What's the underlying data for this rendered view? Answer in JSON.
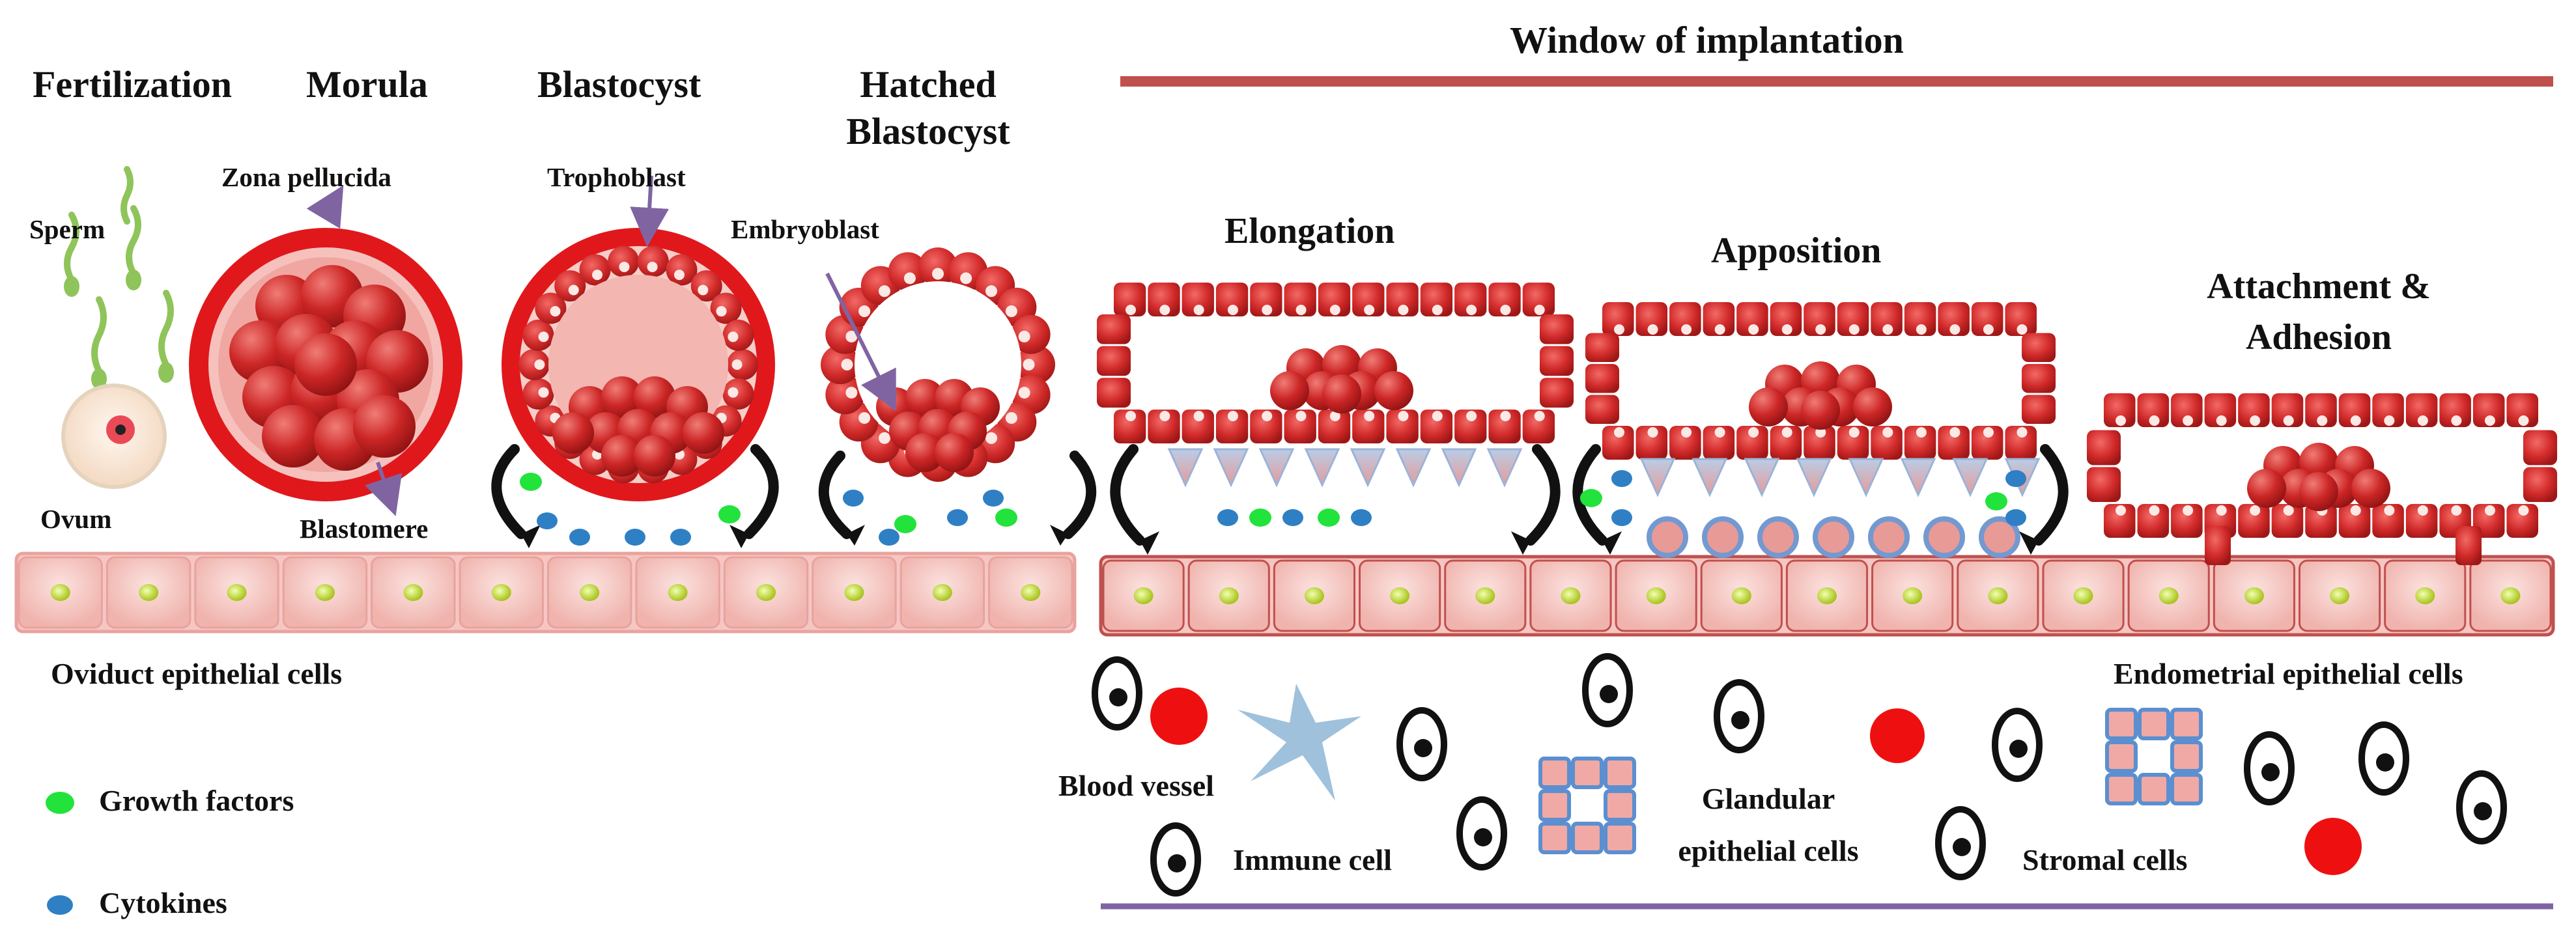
{
  "stages": {
    "fertilization": "Fertilization",
    "morula": "Morula",
    "blastocyst": "Blastocyst",
    "hatched_blastocyst_line1": "Hatched",
    "hatched_blastocyst_line2": "Blastocyst",
    "window_title": "Window  of implantation",
    "elongation": "Elongation",
    "apposition": "Apposition",
    "attachment_line1": "Attachment &",
    "attachment_line2": "Adhesion"
  },
  "labels": {
    "sperm": "Sperm",
    "ovum": "Ovum",
    "zona_pellucida": "Zona  pellucida",
    "blastomere": "Blastomere",
    "trophoblast": "Trophoblast",
    "embryoblast": "Embryoblast",
    "oviduct_cells": "Oviduct  epithelial cells",
    "endometrial_cells": "Endometrial  epithelial cells",
    "blood_vessel": "Blood vessel",
    "immune_cell": "Immune   cell",
    "glandular_line1": "Glandular",
    "glandular_line2": "epithelial cells",
    "stromal_cells": "Stromal  cells"
  },
  "legend": {
    "growth_factors": "Growth  factors",
    "cytokines": "Cytokines"
  },
  "colors": {
    "embryo_red": "#d12a2a",
    "zona_ring": "#e0181c",
    "epithelium_fill": "#f2b1ae",
    "epithelium_border": "#c0504d",
    "nucleus": "#c8e33a",
    "growth_factor": "#22e33c",
    "cytokine": "#2f7fc4",
    "blood": "#ee1010",
    "immune_star": "#9fc1dc",
    "gland_cell": "#f0a9a5",
    "gland_border": "#5b8fd0",
    "window_bar": "#c0504d",
    "base_line": "#8064a2",
    "arrow": "#8064a2"
  }
}
